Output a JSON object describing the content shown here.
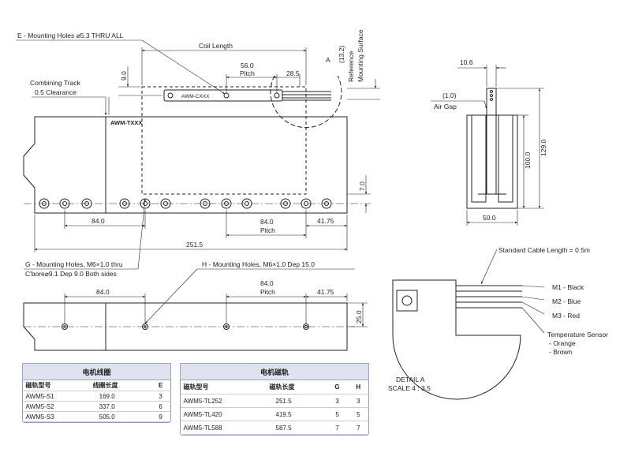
{
  "callouts": {
    "e_holes": "E - Mounting Holes ⌀5.3 THRU ALL",
    "coil_length": "Coil Length",
    "combining_track_line1": "Combining Track",
    "combining_track_line2": "0.5 Clearance",
    "g_holes_line1": "G - Mounting Holes, M6×1.0 thru",
    "g_holes_line2": "C'bore⌀9.1 Dep 9.0 Both sides",
    "h_holes": "H - Mounting Holes, M6×1.0 Dep 15.0",
    "ref_surface_line1": "(13.2)",
    "ref_surface_line2": "Reference",
    "ref_surface_line3": "Mounting Surface",
    "detail_marker": "A",
    "air_gap_value": "(1.0)",
    "air_gap": "Air Gap",
    "coil_label": "AWM-CXXX",
    "track_label": "AWM-TXXX"
  },
  "dimensions": {
    "d_9_0": "9.0",
    "d_56_0": "56.0",
    "pitch_top": "Pitch",
    "d_28_5": "28.5",
    "d_7_0": "7.0",
    "d_84_0_left": "84.0",
    "d_84_0_pitch": "84.0",
    "pitch_mid": "Pitch",
    "d_41_75": "41.75",
    "d_251_5": "251.5",
    "d_84_0_bottom": "84.0",
    "d_84_0_bottom_pitch": "84.0",
    "pitch_bottom": "Pitch",
    "d_41_75_bottom": "41.75",
    "d_25_0": "25.0",
    "d_10_6": "10.6",
    "d_100_0": "100.0",
    "d_129_0": "129.0",
    "d_50_0": "50.0"
  },
  "detail": {
    "cable_length": "Standard Cable Length = 0.5m",
    "m1": "M1 - Black",
    "m2": "M2 - Blue",
    "m3": "M3 - Red",
    "temp_sensor": "Temperature Sensor",
    "orange": "- Orange",
    "brown": "- Brown",
    "detail_title": "DETAIL A",
    "scale": "SCALE 4 : 3.5"
  },
  "coil_table": {
    "title": "电机线圈",
    "headers": [
      "磁轨型号",
      "线圈长度",
      "E"
    ],
    "rows": [
      [
        "AWM5-S1",
        "169.0",
        "3"
      ],
      [
        "AWM5-S2",
        "337.0",
        "6"
      ],
      [
        "AWM5-S3",
        "505.0",
        "9"
      ]
    ]
  },
  "track_table": {
    "title": "电机磁轨",
    "headers": [
      "磁轨型号",
      "磁轨长度",
      "G",
      "H"
    ],
    "rows": [
      [
        "AWM5-TL252",
        "251.5",
        "3",
        "3"
      ],
      [
        "AWM5-TL420",
        "419.5",
        "5",
        "5"
      ],
      [
        "AWM5-TL588",
        "587.5",
        "7",
        "7"
      ]
    ]
  },
  "colors": {
    "line": "#222222",
    "table_header": "#dfe3ef",
    "table_border": "#8f9cc2"
  }
}
